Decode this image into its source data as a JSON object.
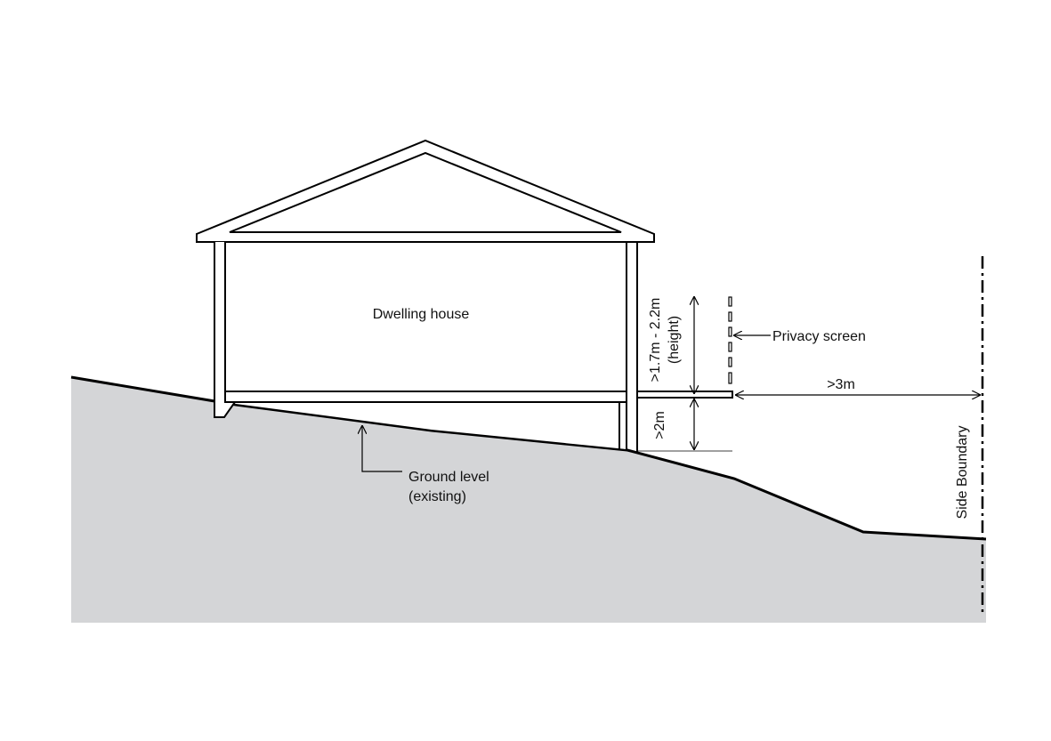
{
  "labels": {
    "dwelling": "Dwelling house",
    "privacy_screen": "Privacy screen",
    "height_range": ">1.7m - 2.2m",
    "height_note": "(height)",
    "deck_height": ">2m",
    "setback": ">3m",
    "ground_level": "Ground level",
    "ground_level_note": "(existing)",
    "side_boundary": "Side Boundary"
  },
  "colors": {
    "ground": "#d4d5d7",
    "line": "#000000"
  }
}
